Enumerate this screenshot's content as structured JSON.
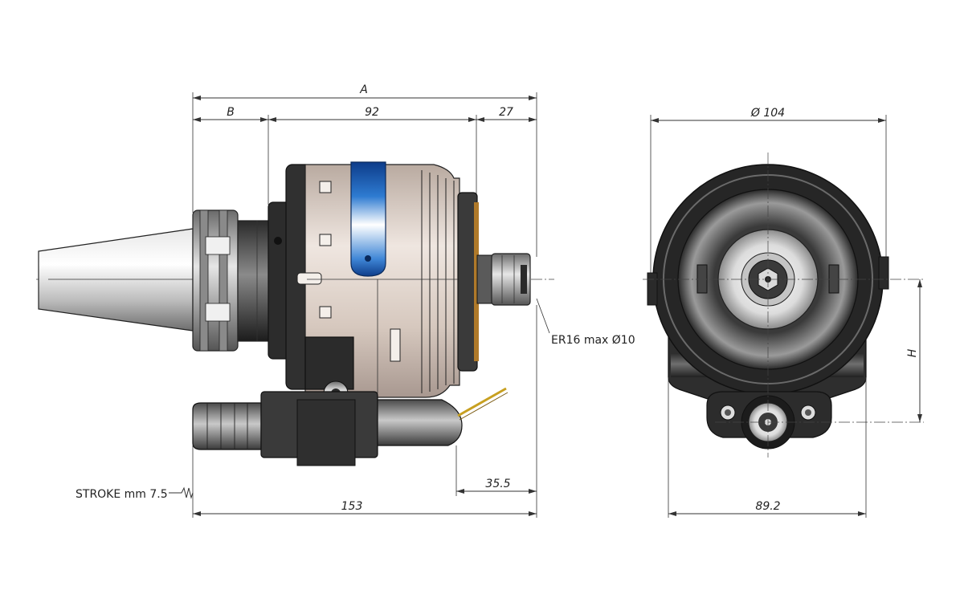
{
  "side_view": {
    "dim_overall_label": "A",
    "dim_b_label": "B",
    "dim_body_label": "92",
    "dim_nose_label": "27",
    "dim_stop_label": "35.5",
    "dim_total_label": "153",
    "collet_note": "ER16 max Ø10",
    "stroke_note": "STROKE mm 7.5"
  },
  "front_view": {
    "dim_diameter_label": "Ø 104",
    "dim_width_label": "89.2",
    "dim_height_label": "H"
  },
  "colors": {
    "accent_blue": "#1f5fae",
    "body_beige": "#d9ccc2",
    "dark_body": "#2a2a2a",
    "steel_gray": "#9a9a9a"
  }
}
